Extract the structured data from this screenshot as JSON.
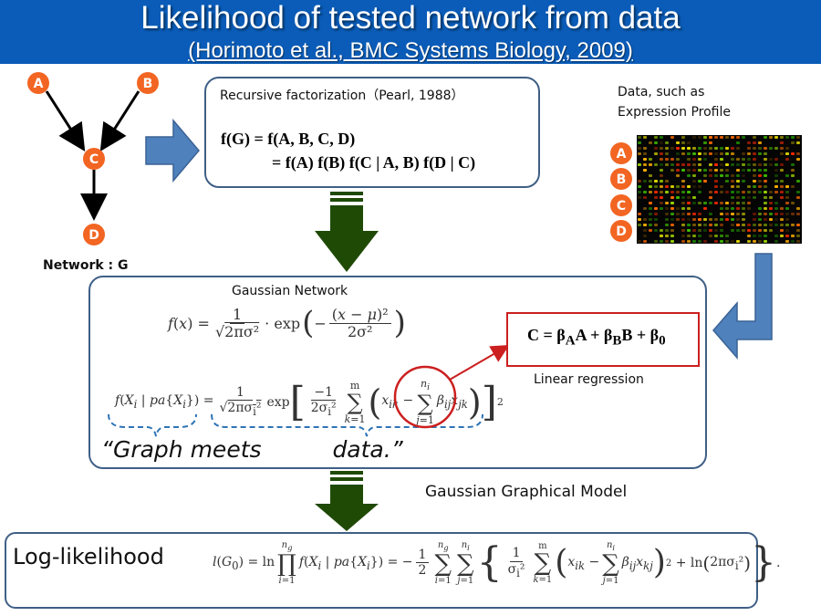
{
  "title": {
    "line1": "Likelihood of tested network from data",
    "line2": "(Horimoto et al., BMC Systems Biology, 2009)"
  },
  "network": {
    "nodes": [
      "A",
      "B",
      "C",
      "D"
    ],
    "label": "Network : G",
    "node_color": "#f26522"
  },
  "data_panel": {
    "caption_line1": "Data, such as",
    "caption_line2": "Expression Profile",
    "row_labels": [
      "A",
      "B",
      "C",
      "D"
    ]
  },
  "factorization": {
    "title": "Recursive factorization（Pearl, 1988）",
    "line1": "f(G) = f(A, B, C, D)",
    "line2": "= f(A) f(B) f(C | A, B) f(D | C)"
  },
  "gaussian": {
    "title": "Gaussian Network",
    "graph_meets": "“Graph meets",
    "data_word": "data.”"
  },
  "regression": {
    "eq_C": "C = β",
    "sub_A": "A",
    "eq_A": "A + β",
    "sub_B": "B",
    "eq_B": "B + β",
    "sub_0": "0",
    "label": "Linear regression",
    "box_color": "#cc1f1f"
  },
  "ggm_label": "Gaussian Graphical Model",
  "loglik": {
    "label": "Log-likelihood"
  },
  "colors": {
    "title_bar": "#0a5cb8",
    "block_arrow": "#4f81bd",
    "down_arrow": "#1f4a06",
    "box_border": "#3f5f86",
    "dashed": "#2e74b5"
  }
}
